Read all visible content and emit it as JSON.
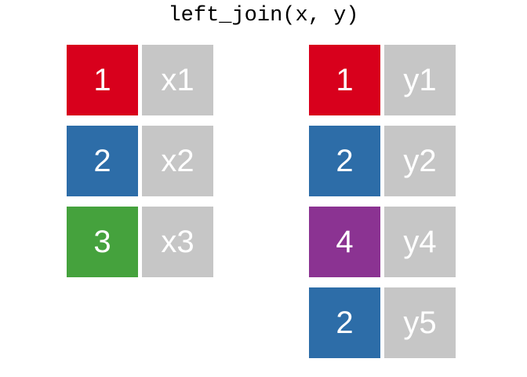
{
  "title": "left_join(x, y)",
  "colors": {
    "key_1": "#d8001c",
    "key_2": "#2d6da8",
    "key_3": "#45a23d",
    "key_4": "#8b3392",
    "value_cell": "#c6c6c6",
    "text": "#ffffff",
    "background": "#ffffff",
    "title_text": "#000000"
  },
  "tables": [
    {
      "name": "x",
      "rows": [
        {
          "key": "1",
          "value": "x1",
          "key_color": "#d8001c"
        },
        {
          "key": "2",
          "value": "x2",
          "key_color": "#2d6da8"
        },
        {
          "key": "3",
          "value": "x3",
          "key_color": "#45a23d"
        }
      ]
    },
    {
      "name": "y",
      "rows": [
        {
          "key": "1",
          "value": "y1",
          "key_color": "#d8001c"
        },
        {
          "key": "2",
          "value": "y2",
          "key_color": "#2d6da8"
        },
        {
          "key": "4",
          "value": "y4",
          "key_color": "#8b3392"
        },
        {
          "key": "2",
          "value": "y5",
          "key_color": "#2d6da8"
        }
      ]
    }
  ]
}
